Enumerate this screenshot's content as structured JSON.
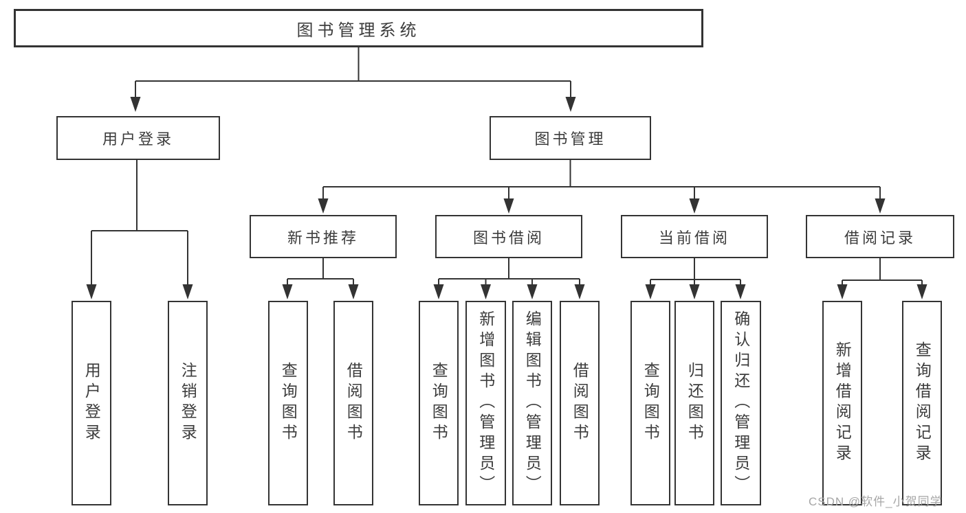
{
  "tree": {
    "root": {
      "label": "图书管理系统"
    },
    "branches": [
      {
        "label": "用户登录",
        "children": [
          {
            "label": "用户登录"
          },
          {
            "label": "注销登录"
          }
        ]
      },
      {
        "label": "图书管理",
        "children": [
          {
            "label": "新书推荐",
            "children": [
              {
                "label": "查询图书"
              },
              {
                "label": "借阅图书"
              }
            ]
          },
          {
            "label": "图书借阅",
            "children": [
              {
                "label": "查询图书"
              },
              {
                "label": "新增图书（管理员）"
              },
              {
                "label": "编辑图书（管理员）"
              },
              {
                "label": "借阅图书"
              }
            ]
          },
          {
            "label": "当前借阅",
            "children": [
              {
                "label": "查询图书"
              },
              {
                "label": "归还图书"
              },
              {
                "label": "确认归还（管理员）"
              }
            ]
          },
          {
            "label": "借阅记录",
            "children": [
              {
                "label": "新增借阅记录"
              },
              {
                "label": "查询借阅记录"
              }
            ]
          }
        ]
      }
    ]
  },
  "watermark": {
    "text": "CSDN @软件_小贺同学"
  },
  "colors": {
    "line": "#333333",
    "text": "#3c3c3c",
    "watermark": "#a6a6a6",
    "background": "#ffffff"
  }
}
